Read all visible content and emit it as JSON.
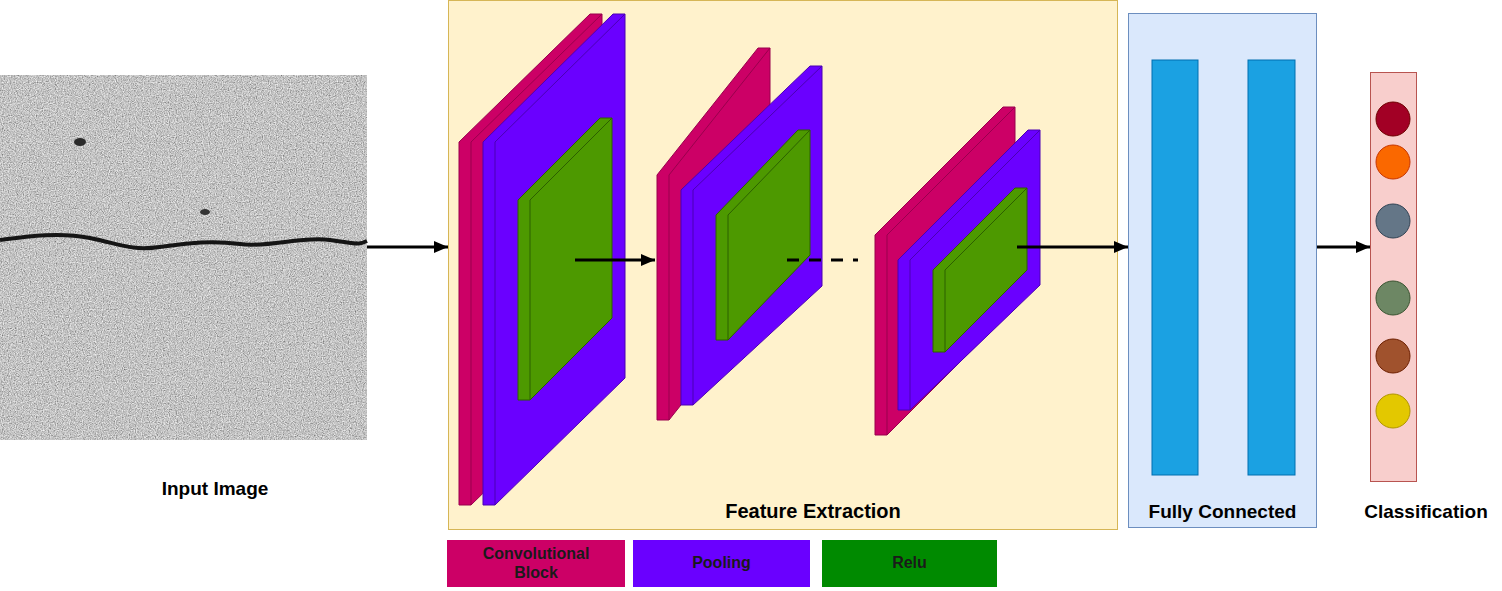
{
  "diagram": {
    "nodes": [
      {
        "text": [
          "Input Image"
        ]
      },
      {
        "text": [
          "Feature Extraction"
        ]
      },
      {
        "text": [
          "Fully Connected"
        ]
      },
      {
        "text": [
          "Classification"
        ]
      }
    ],
    "edges": [
      {
        "from": 0,
        "to": 1,
        "arrow": "to"
      },
      {
        "from": 1,
        "to": 2,
        "arrow": "to"
      },
      {
        "from": 2,
        "to": 3,
        "arrow": "to"
      }
    ],
    "legend": [
      {
        "text": "Convolutional Block",
        "color": "#cc0066"
      },
      {
        "text": "Pooling",
        "color": "#6a00ff"
      },
      {
        "text": "Relu",
        "color": "#008a00"
      }
    ]
  }
}
